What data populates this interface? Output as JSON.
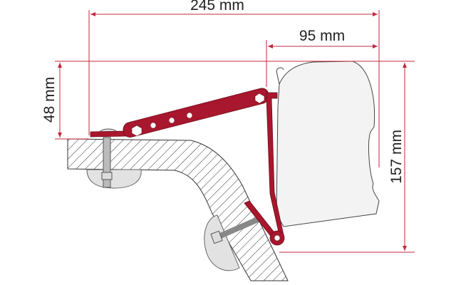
{
  "dimensions": {
    "width_total": "245 mm",
    "width_awning": "95 mm",
    "height_bracket": "48 mm",
    "height_total": "157 mm"
  },
  "colors": {
    "dimension_line": "#c0283c",
    "bracket": "#a8172d",
    "hatch": "#333333",
    "awning_fill": "#f3f3f3"
  }
}
